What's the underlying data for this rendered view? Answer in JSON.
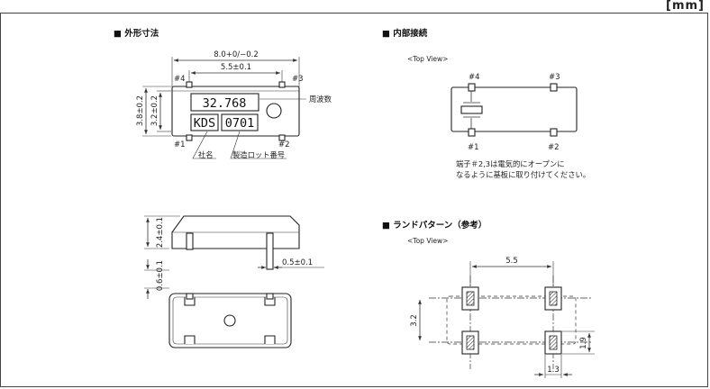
{
  "unit_label": "[mm]",
  "sections": {
    "outline": "■ 外形寸法",
    "internal": "■ 内部接続",
    "land": "■ ランドパターン（参考）"
  },
  "outline_view": {
    "dim_total_width": "8.0+0/−0.2",
    "dim_pin_pitch": "5.5±0.1",
    "dim_height_outer": "3.8±0.2",
    "dim_height_inner": "3.2±0.2",
    "pin_labels": [
      "#4",
      "#3",
      "#1",
      "#2"
    ],
    "marking_frequency": "32.768",
    "marking_maker": "KDS",
    "marking_lot": "0701",
    "callout_frequency": "周波数",
    "callout_company": "社名",
    "callout_lot": "製造ロット番号"
  },
  "side_view": {
    "dim_height": "2.4±0.1",
    "dim_lead_thickness": "0.5±0.1",
    "dim_standoff": "0.6±0.1"
  },
  "internal_connection": {
    "view_label": "<Top View>",
    "pin_labels": [
      "#4",
      "#3",
      "#1",
      "#2"
    ],
    "note_line1": "端子＃2,3は電気的にオープンに",
    "note_line2": "なるように基板に取り付けてください。"
  },
  "land_pattern": {
    "view_label": "<Top View>",
    "dim_pitch": "5.5",
    "dim_vertical": "3.2",
    "dim_pad_height": "1.9",
    "dim_pad_width": "1.3"
  }
}
